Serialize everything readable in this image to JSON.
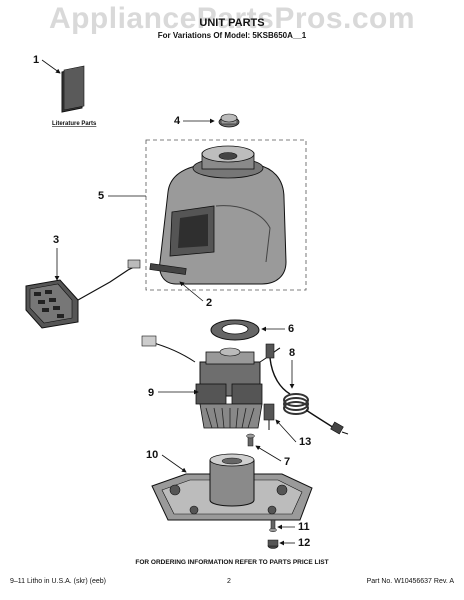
{
  "watermark": "AppliancePartsPros.com",
  "header": {
    "title": "UNIT PARTS",
    "subtitle": "For Variations Of Model: 5KSB650A__1"
  },
  "literature_label": "Literature Parts",
  "callouts": {
    "c1": "1",
    "c2": "2",
    "c3": "3",
    "c4": "4",
    "c5": "5",
    "c6": "6",
    "c7": "7",
    "c8": "8",
    "c9": "9",
    "c10": "10",
    "c11": "11",
    "c12": "12",
    "c13": "13"
  },
  "footer": {
    "note": "FOR ORDERING INFORMATION REFER TO PARTS PRICE LIST",
    "left": "9–11 Litho in U.S.A. (skr) (eeb)",
    "center": "2",
    "right": "Part No. W10456637 Rev. A"
  }
}
